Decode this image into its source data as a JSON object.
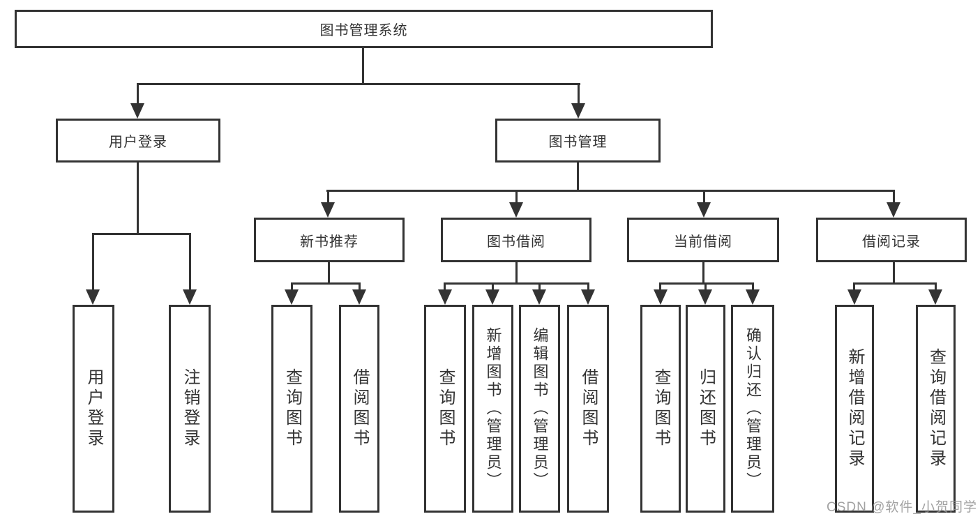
{
  "diagram": {
    "root": "图书管理系统",
    "children": [
      {
        "label": "用户登录",
        "children": [
          {
            "label": "用户登录"
          },
          {
            "label": "注销登录"
          }
        ]
      },
      {
        "label": "图书管理",
        "children": [
          {
            "label": "新书推荐",
            "children": [
              {
                "label": "查询图书"
              },
              {
                "label": "借阅图书"
              }
            ]
          },
          {
            "label": "图书借阅",
            "children": [
              {
                "label": "查询图书"
              },
              {
                "label": "新增图书（管理员）"
              },
              {
                "label": "编辑图书（管理员）"
              },
              {
                "label": "借阅图书"
              }
            ]
          },
          {
            "label": "当前借阅",
            "children": [
              {
                "label": "查询图书"
              },
              {
                "label": "归还图书"
              },
              {
                "label": "确认归还（管理员）"
              }
            ]
          },
          {
            "label": "借阅记录",
            "children": [
              {
                "label": "新增借阅记录"
              },
              {
                "label": "查询借阅记录"
              }
            ]
          }
        ]
      }
    ]
  },
  "watermark": "CSDN @软件_小贺同学",
  "colors": {
    "line": "#333333",
    "text": "#333333",
    "background": "#ffffff",
    "watermark": "#929292"
  }
}
